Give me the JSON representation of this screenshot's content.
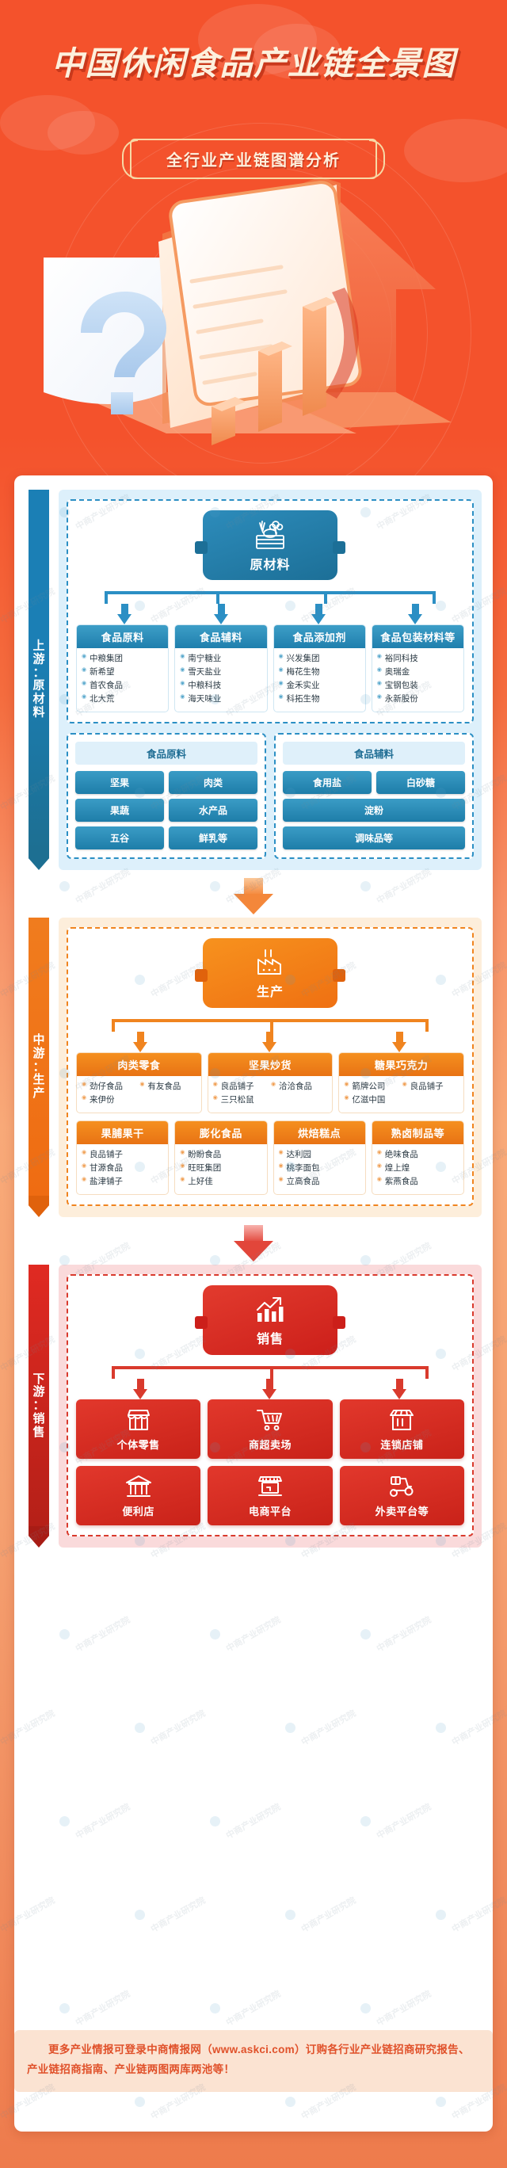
{
  "hero": {
    "title": "中国休闲食品产业链全景图",
    "badge": "全行业产业链图谱分析"
  },
  "stages": {
    "upstream": {
      "side_label": "上游：原材料",
      "side_chars": [
        "上",
        "游",
        "：",
        "原",
        "材",
        "料"
      ],
      "hub": {
        "label": "原材料",
        "icon": "vegetable-basket-icon"
      },
      "categories": [
        {
          "title": "食品原料",
          "companies": [
            "中粮集团",
            "新希望",
            "首农食品",
            "北大荒"
          ]
        },
        {
          "title": "食品辅料",
          "companies": [
            "南宁糖业",
            "雪天盐业",
            "中粮科技",
            "海天味业"
          ]
        },
        {
          "title": "食品添加剂",
          "companies": [
            "兴发集团",
            "梅花生物",
            "金禾实业",
            "科拓生物"
          ]
        },
        {
          "title": "食品包装材料等",
          "companies": [
            "裕同科技",
            "奥瑞金",
            "宝钢包装",
            "永新股份"
          ]
        }
      ],
      "subgroups": [
        {
          "title": "食品原料",
          "items": [
            {
              "label": "坚果",
              "w": "half"
            },
            {
              "label": "肉类",
              "w": "half"
            },
            {
              "label": "果蔬",
              "w": "half"
            },
            {
              "label": "水产品",
              "w": "half"
            },
            {
              "label": "五谷",
              "w": "half"
            },
            {
              "label": "鲜乳等",
              "w": "half"
            }
          ]
        },
        {
          "title": "食品辅料",
          "items": [
            {
              "label": "食用盐",
              "w": "half"
            },
            {
              "label": "白砂糖",
              "w": "half"
            },
            {
              "label": "淀粉",
              "w": "full"
            },
            {
              "label": "调味品等",
              "w": "full"
            }
          ]
        }
      ]
    },
    "midstream": {
      "side_label": "中游：生产",
      "side_chars": [
        "中",
        "游",
        "：",
        "生",
        "产"
      ],
      "hub": {
        "label": "生产",
        "icon": "factory-icon"
      },
      "row1": [
        {
          "title": "肉类零食",
          "companies": [
            "劲仔食品",
            "有友食品",
            "来伊份"
          ]
        },
        {
          "title": "坚果炒货",
          "companies": [
            "良品铺子",
            "洽洽食品",
            "三只松鼠"
          ]
        },
        {
          "title": "糖果巧克力",
          "companies": [
            "箭牌公司",
            "良品铺子",
            "亿滋中国"
          ]
        }
      ],
      "row2": [
        {
          "title": "果脯果干",
          "companies": [
            "良品铺子",
            "甘源食品",
            "盐津铺子"
          ]
        },
        {
          "title": "膨化食品",
          "companies": [
            "盼盼食品",
            "旺旺集团",
            "上好佳"
          ]
        },
        {
          "title": "烘焙糕点",
          "companies": [
            "达利园",
            "桃李面包",
            "立高食品"
          ]
        },
        {
          "title": "熟卤制品等",
          "companies": [
            "绝味食品",
            "煌上煌",
            "紫燕食品"
          ]
        }
      ]
    },
    "downstream": {
      "side_label": "下游：销售",
      "side_chars": [
        "下",
        "游",
        "：",
        "销",
        "售"
      ],
      "hub": {
        "label": "销售",
        "icon": "growth-chart-icon"
      },
      "channels_row1": [
        {
          "label": "个体零售",
          "icon": "shop-icon"
        },
        {
          "label": "商超卖场",
          "icon": "shopping-cart-icon"
        },
        {
          "label": "连锁店铺",
          "icon": "storefront-icon"
        }
      ],
      "channels_row2": [
        {
          "label": "便利店",
          "icon": "convenience-store-icon"
        },
        {
          "label": "电商平台",
          "icon": "laptop-icon"
        },
        {
          "label": "外卖平台等",
          "icon": "delivery-scooter-icon"
        }
      ]
    }
  },
  "footer": {
    "text": "更多产业情报可登录中商情报网（www.askci.com）订购各行业产业链招商研究报告、产业链招商指南、产业链两图两库两池等！"
  },
  "watermark": {
    "text": "中商产业研究院"
  },
  "colors": {
    "brand_red": "#f4522c",
    "upstream_blue": "#1f7fad",
    "midstream_orange": "#ef7012",
    "downstream_red": "#cc1f1a",
    "footer_text": "#e0512a"
  }
}
